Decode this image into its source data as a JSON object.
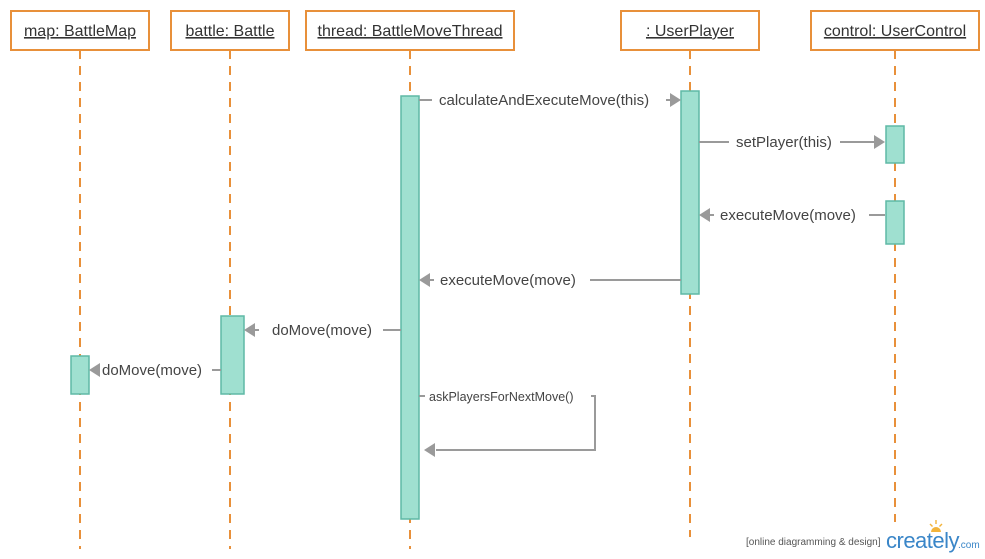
{
  "lifelines": [
    {
      "id": "map",
      "label": "map: BattleMap"
    },
    {
      "id": "battle",
      "label": "battle: Battle"
    },
    {
      "id": "thread",
      "label": "thread: BattleMoveThread"
    },
    {
      "id": "user",
      "label": ": UserPlayer"
    },
    {
      "id": "control",
      "label": "control: UserControl"
    }
  ],
  "messages": [
    {
      "from": "thread",
      "to": "user",
      "label": "calculateAndExecuteMove(this)"
    },
    {
      "from": "user",
      "to": "control",
      "label": "setPlayer(this)"
    },
    {
      "from": "control",
      "to": "user",
      "label": "executeMove(move)"
    },
    {
      "from": "user",
      "to": "thread",
      "label": "executeMove(move)"
    },
    {
      "from": "thread",
      "to": "battle",
      "label": "doMove(move)"
    },
    {
      "from": "battle",
      "to": "map",
      "label": "doMove(move)"
    },
    {
      "from": "thread",
      "to": "thread",
      "label": "askPlayersForNextMove()"
    }
  ],
  "colors": {
    "lifeline": "#e8903a",
    "activation_fill": "#9fe0d0",
    "activation_stroke": "#5fb9a5",
    "arrow": "#9a9a9a"
  },
  "branding": {
    "tagline": "[online diagramming & design]",
    "logo": "creately",
    "domain": ".com"
  }
}
